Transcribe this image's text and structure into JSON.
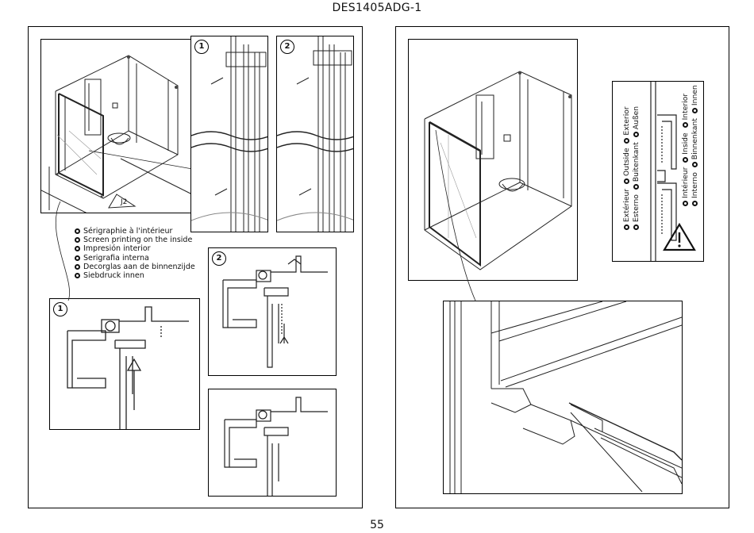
{
  "header": {
    "doc_code": "DES1405ADG-1"
  },
  "footer": {
    "page_number": "55"
  },
  "steps": {
    "one": "1",
    "two": "2"
  },
  "overview": {
    "callout": "J2"
  },
  "legend": [
    "Sérigraphie à l'intérieur",
    "Screen printing on the inside",
    "Impresión interior",
    "Serigrafia interna",
    "Decorglas aan de binnenzijde",
    "Siebdruck innen"
  ],
  "orientation": {
    "outside_line_1": [
      "Extérieur",
      "Outside",
      "Exterior"
    ],
    "outside_line_2": [
      "Esterno",
      "Buitenkant",
      "Außen"
    ],
    "inside_line_1": [
      "Intérieur",
      "Inside",
      "Interior"
    ],
    "inside_line_2": [
      "Interno",
      "Binnenkant",
      "Innen"
    ]
  },
  "icons": {
    "warning": "warning-triangle-icon"
  }
}
